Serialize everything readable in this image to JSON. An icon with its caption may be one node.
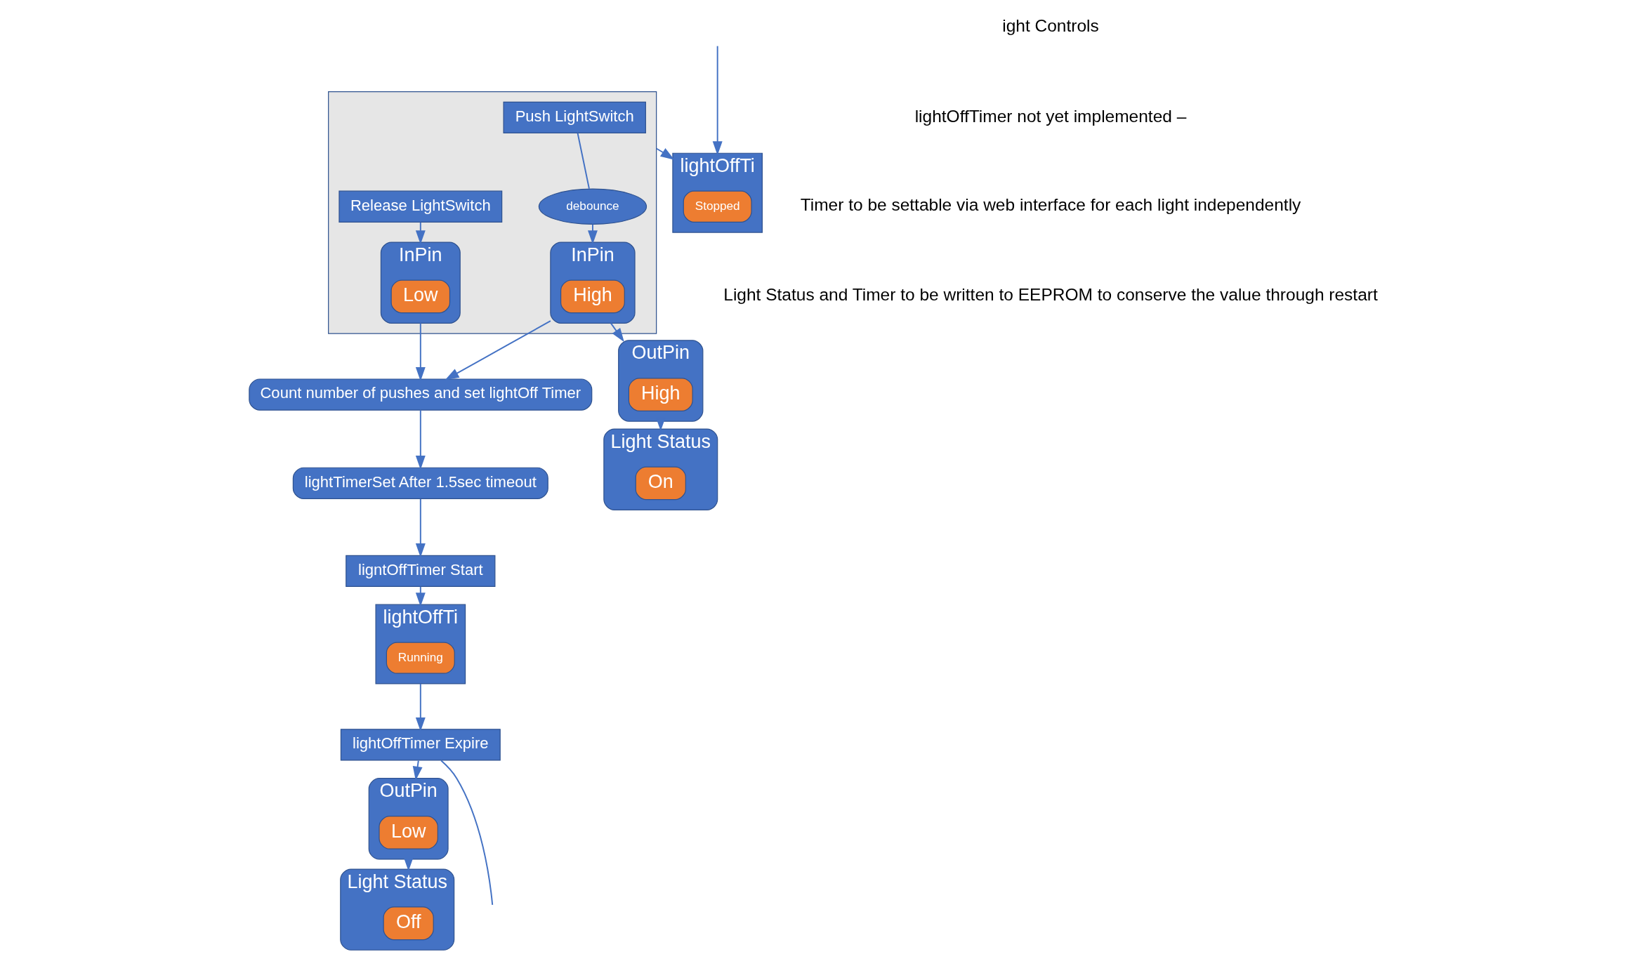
{
  "diagram": {
    "nodes": [
      {
        "text": [],
        "shape": "box"
      },
      {
        "text": [
          "Push LightSwitch"
        ],
        "in": 0
      },
      {
        "text": [
          "debounce"
        ],
        "in": 0
      },
      {
        "text": [
          "InPin"
        ],
        "in": 0
      },
      {
        "text": [
          "High"
        ],
        "in": 3
      },
      {
        "text": [
          "InPin"
        ],
        "in": 0
      },
      {
        "text": [
          "Low"
        ],
        "in": 5
      },
      {
        "text": [
          "Release LightSwitch"
        ],
        "in": 0
      },
      {
        "text": [
          "lightOffTimer Expire"
        ]
      },
      {
        "text": [
          "ligntOffTimer Start"
        ]
      },
      {
        "text": [
          "lightTimerSet After 1.5sec timeout"
        ]
      },
      {
        "text": [
          "lightOffTi"
        ]
      },
      {
        "text": [
          "Stopped"
        ],
        "in": 11
      },
      {
        "text": [
          "Count number of pushes and set lightOff Timer"
        ]
      },
      {
        "text": [
          "lightOffTi"
        ]
      },
      {
        "text": [
          "Running"
        ],
        "in": 14
      },
      {
        "text": [
          "OutPin"
        ]
      },
      {
        "text": [
          "High"
        ],
        "in": 16
      },
      {
        "text": [
          "OutPin"
        ]
      },
      {
        "text": [
          "Low"
        ],
        "in": 18
      },
      {
        "text": [
          "Light Status"
        ]
      },
      {
        "text": [
          "On"
        ],
        "in": 20
      },
      {
        "text": [
          "Light Status"
        ]
      },
      {
        "text": [
          "Off"
        ],
        "in": 22
      }
    ],
    "edges": [
      {
        "from": 1,
        "to": 2,
        "arrow": "none"
      },
      {
        "from": 2,
        "to": 3,
        "arrow": "to"
      },
      {
        "from": 7,
        "to": 5,
        "arrow": "to"
      },
      {
        "from": 3,
        "to": 16,
        "arrow": "to"
      },
      {
        "from": 3,
        "to": 13,
        "arrow": "to"
      },
      {
        "from": 5,
        "to": 13,
        "arrow": "to"
      },
      {
        "from": 13,
        "to": 10,
        "arrow": "to"
      },
      {
        "from": 10,
        "to": 9,
        "arrow": "to"
      },
      {
        "from": 9,
        "to": 14,
        "arrow": "to"
      },
      {
        "from": 14,
        "to": 8,
        "arrow": "to"
      },
      {
        "from": 8,
        "to": null,
        "arrow": "none"
      },
      {
        "from": 8,
        "to": 18,
        "arrow": "to"
      },
      {
        "from": 0,
        "to": 11,
        "arrow": "to"
      },
      {
        "from": null,
        "to": 11,
        "arrow": "to"
      },
      {
        "from": 16,
        "to": 20,
        "arrow": "to"
      },
      {
        "from": 18,
        "to": 22,
        "arrow": "to"
      }
    ],
    "labels": [
      "ight Controls",
      "lightOffTimer not yet implemented –",
      "Timer to be settable via web interface for each light independently",
      "Light Status and Timer to be written to EEPROM to conserve the value through restart"
    ]
  }
}
